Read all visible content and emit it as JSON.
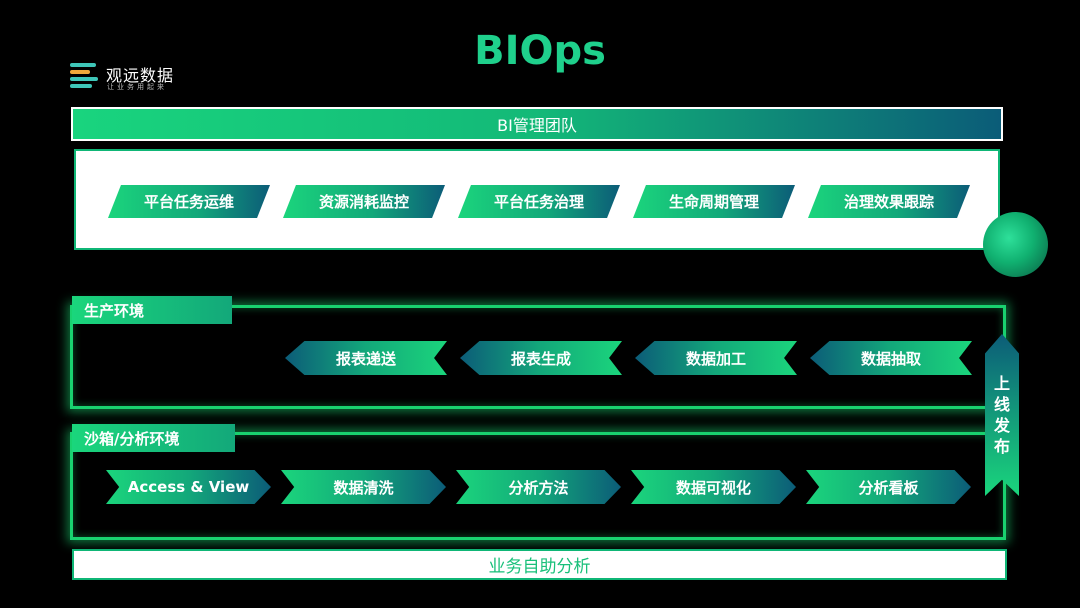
{
  "logo": {
    "name": "观远数据",
    "tagline": "让业务用起来",
    "icon": "bars-icon"
  },
  "title": "BIOps",
  "team_bar": "BI管理团队",
  "management_items": [
    "平台任务运维",
    "资源消耗监控",
    "平台任务治理",
    "生命周期管理",
    "治理效果跟踪"
  ],
  "production": {
    "label": "生产环境",
    "steps": [
      "报表递送",
      "报表生成",
      "数据加工",
      "数据抽取"
    ]
  },
  "sandbox": {
    "label": "沙箱/分析环境",
    "steps": [
      "Access & View",
      "数据清洗",
      "分析方法",
      "数据可视化",
      "分析看板"
    ]
  },
  "launch": [
    "上",
    "线",
    "发",
    "布"
  ],
  "bottom_bar": "业务自助分析",
  "colors": {
    "accent_green": "#1fd08c",
    "glow_green": "#19d16f",
    "deep_teal": "#0c5c78"
  }
}
